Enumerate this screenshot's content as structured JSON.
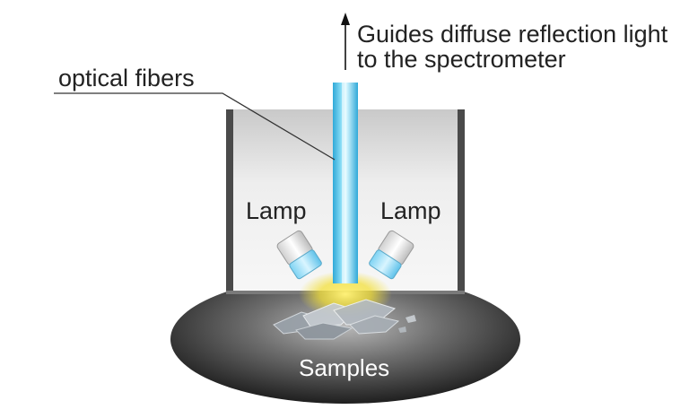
{
  "labels": {
    "destination_line_1": "Guides diffuse reflection light",
    "destination_line_2": "to the spectrometer",
    "fiber": "optical fibers",
    "lamp_left": "Lamp",
    "lamp_right": "Lamp",
    "samples": "Samples"
  },
  "icons": {
    "arrow": "arrow-up-icon"
  },
  "colors": {
    "fiber": "#5ec8ec",
    "housing": "#e2e2e2",
    "housing_edge": "#4a4a4a",
    "base": "#2b2b2b",
    "glow": "#f2df3a",
    "samples_text": "#ffffff"
  }
}
